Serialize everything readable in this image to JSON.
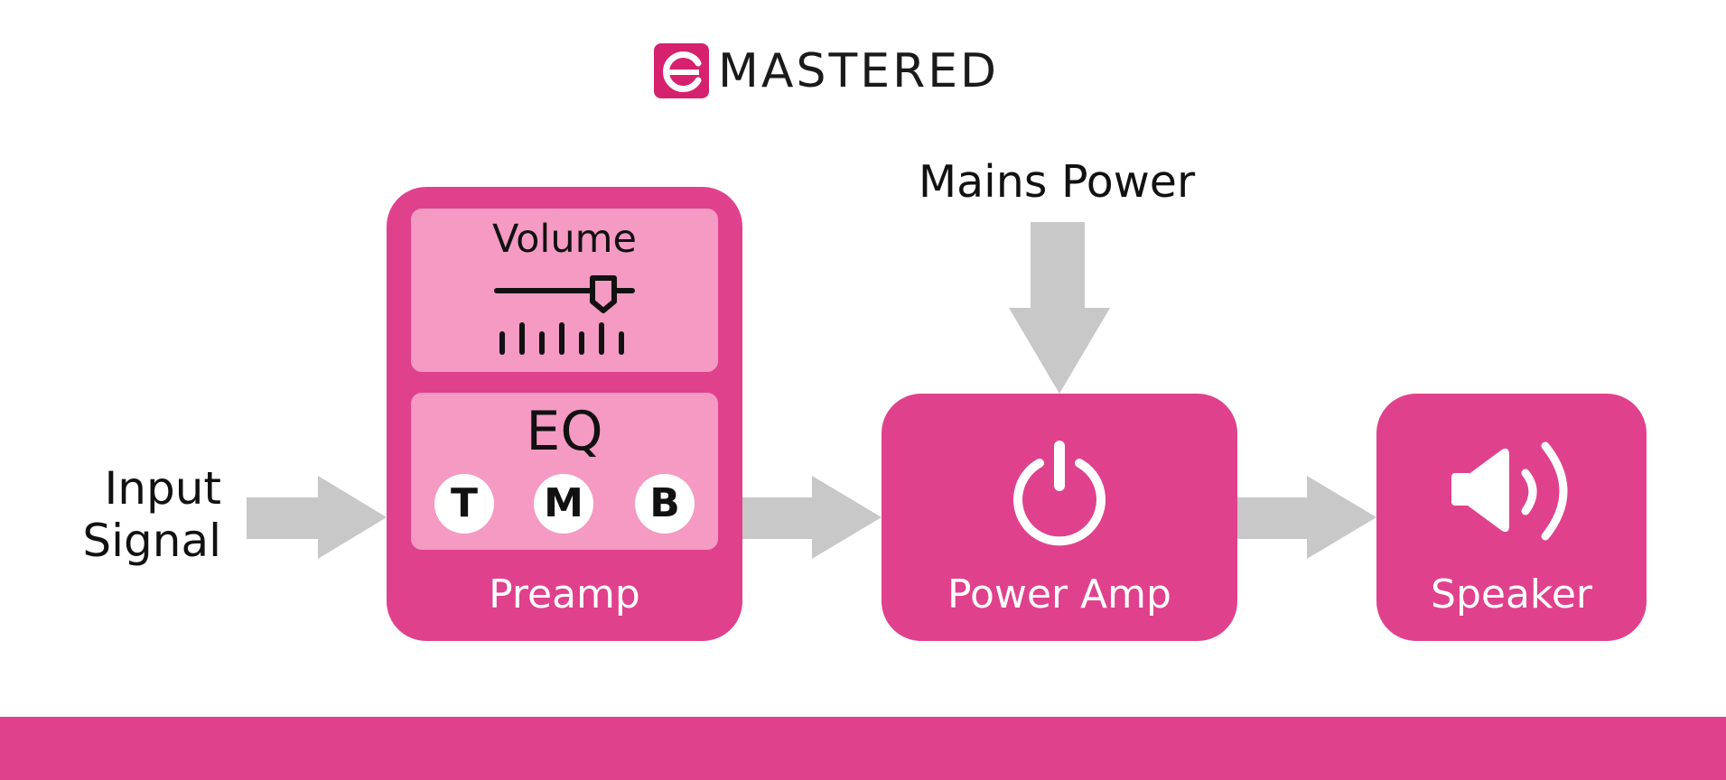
{
  "logo": {
    "mark": "e",
    "text": "MASTERED"
  },
  "labels": {
    "mains_power": "Mains Power",
    "input_signal": "Input Signal"
  },
  "preamp": {
    "label": "Preamp",
    "volume_title": "Volume",
    "eq_title": "EQ",
    "eq_knobs": [
      "T",
      "M",
      "B"
    ]
  },
  "power_amp": {
    "label": "Power Amp",
    "icon": "power-icon"
  },
  "speaker": {
    "label": "Speaker",
    "icon": "speaker-icon"
  },
  "colors": {
    "brand": "#e0418d",
    "panel": "#f49ac3",
    "logo_mark": "#d6216e",
    "arrow": "#c8c8c8",
    "text": "#111111"
  }
}
